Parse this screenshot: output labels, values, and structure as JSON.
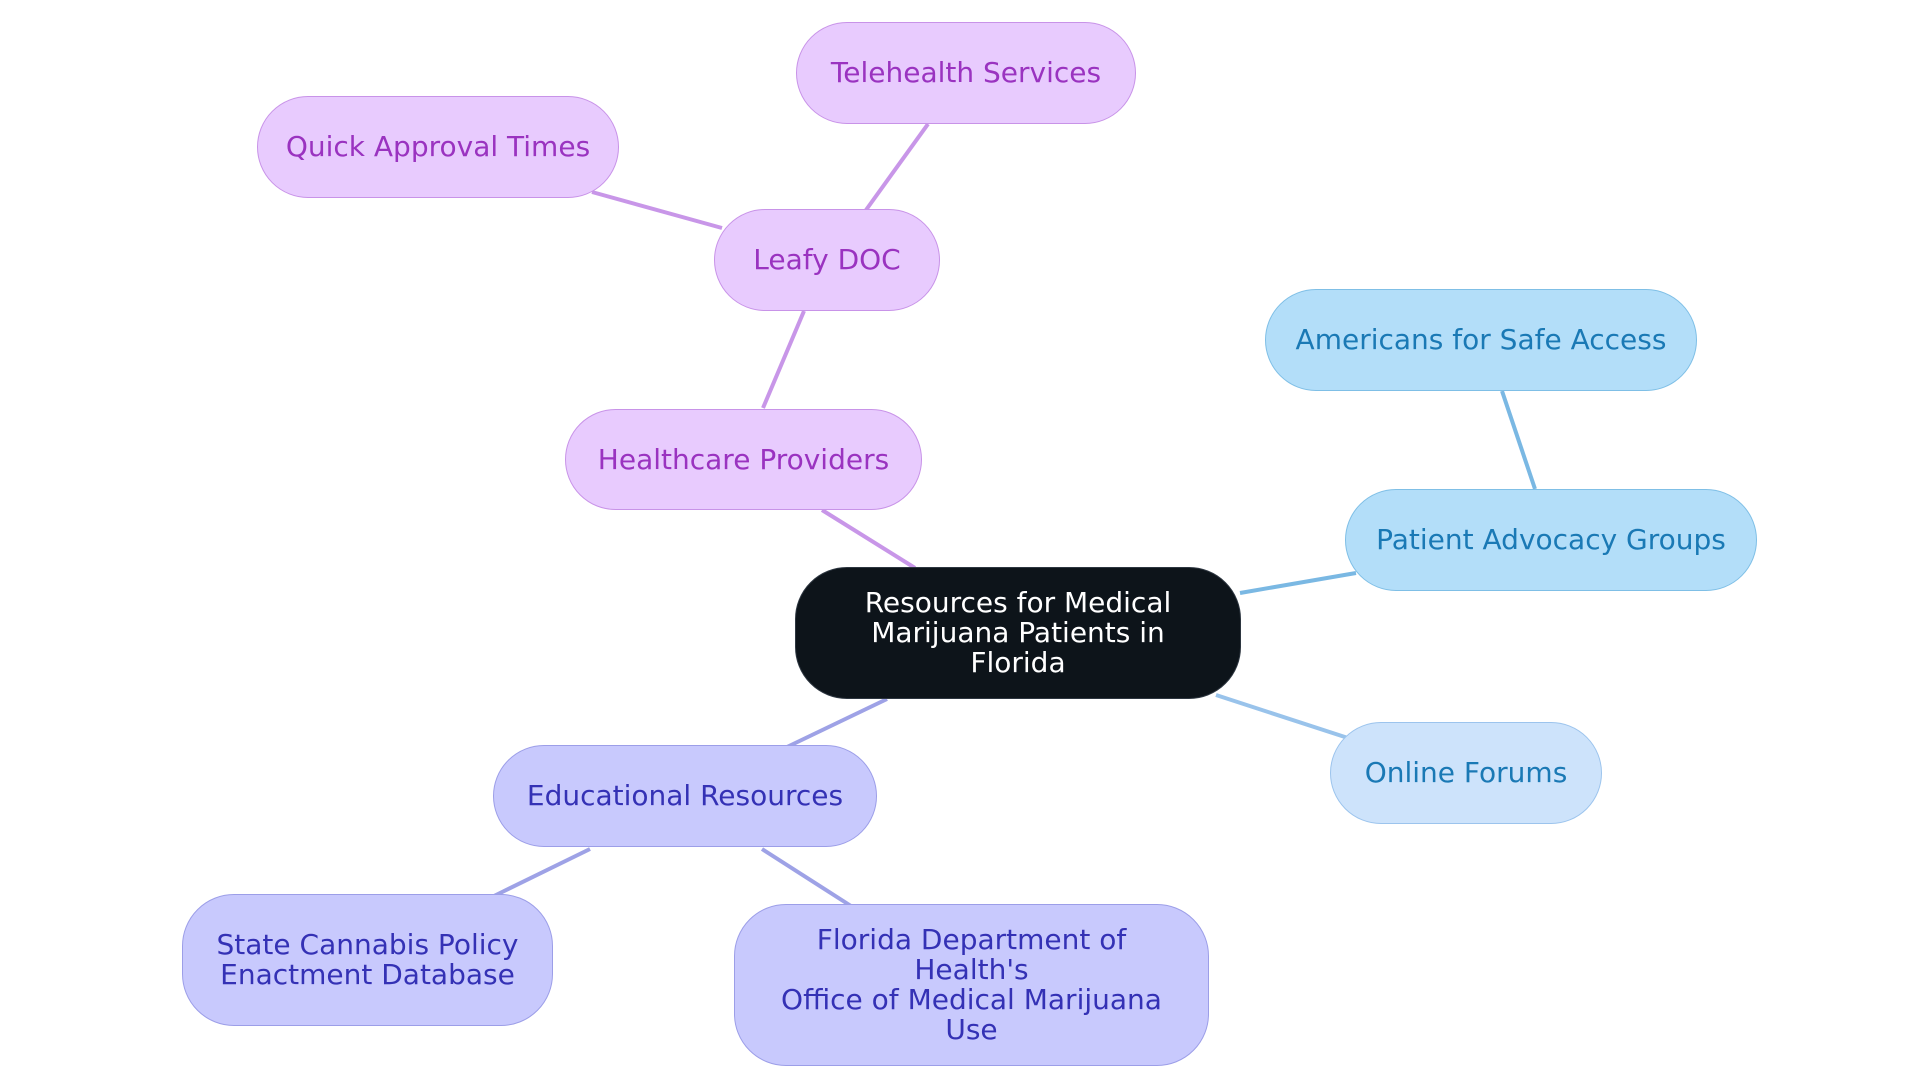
{
  "mindmap": {
    "root": {
      "label": "Resources for Medical\nMarijuana Patients in Florida"
    },
    "branches": {
      "healthcare_providers": {
        "label": "Healthcare Providers",
        "color": "#9a33c0",
        "children": {
          "leafy_doc": {
            "label": "Leafy DOC",
            "children": {
              "quick_approval_times": {
                "label": "Quick Approval Times"
              },
              "telehealth_services": {
                "label": "Telehealth Services"
              }
            }
          }
        }
      },
      "patient_advocacy_groups": {
        "label": "Patient Advocacy Groups",
        "color": "#1a79b5",
        "children": {
          "americans_for_safe_access": {
            "label": "Americans for Safe Access"
          }
        }
      },
      "online_forums": {
        "label": "Online Forums",
        "color": "#1a79b5"
      },
      "educational_resources": {
        "label": "Educational Resources",
        "color": "#3431b5",
        "children": {
          "state_cannabis_policy": {
            "label": "State Cannabis Policy\nEnactment Database"
          },
          "florida_doh_ommu": {
            "label": "Florida Department of Health's\nOffice of Medical Marijuana\nUse"
          }
        }
      }
    },
    "colors": {
      "root_fill": "#0d141a",
      "purple_fill": "#e8cbfe",
      "blue_fill": "#b3def9",
      "lightblue_fill": "#cde3fb",
      "indigo_fill": "#c8c9fd",
      "purple_edge": "#c896e8",
      "blue_edge": "#7ab8e3",
      "lightblue_edge": "#99c3eb",
      "indigo_edge": "#9ea2e6"
    }
  }
}
